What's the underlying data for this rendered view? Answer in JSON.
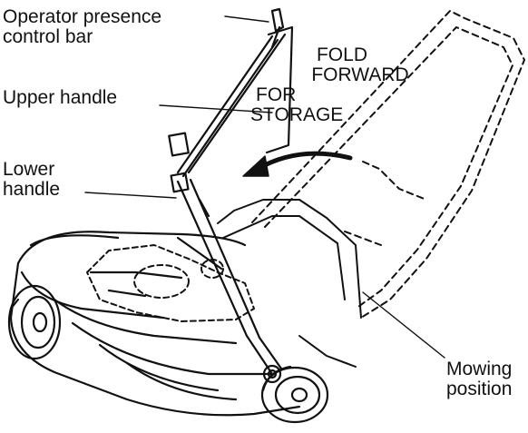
{
  "labels": {
    "operator_presence_line1": "Operator presence",
    "operator_presence_line2": "control bar",
    "upper_handle": "Upper handle",
    "lower_handle_line1": "Lower",
    "lower_handle_line2": "handle",
    "mowing_line1": "Mowing",
    "mowing_line2": "position"
  },
  "callout": {
    "line1": "FOLD",
    "line2": "FORWARD",
    "line3": "FOR",
    "line4": "STORAGE"
  },
  "colors": {
    "ink": "#111111",
    "paper": "#ffffff"
  }
}
